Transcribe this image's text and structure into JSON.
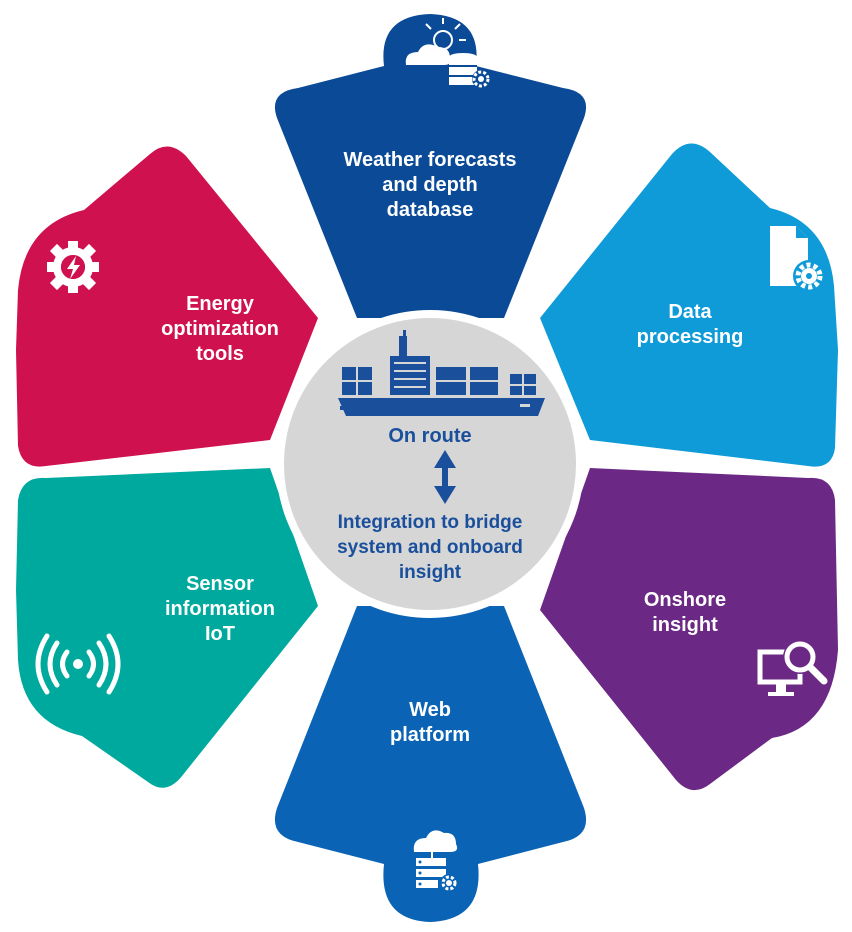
{
  "colors": {
    "top": "#0b4a96",
    "upper_right": "#0f9ad8",
    "lower_right": "#6b2884",
    "bottom": "#0a63b4",
    "lower_left": "#00a99d",
    "upper_left": "#d0114f",
    "center_fill": "#d6d6d6",
    "center_text": "#1a4f9c"
  },
  "petals": {
    "top": {
      "lines": [
        "Weather forecasts",
        "and depth",
        "database"
      ],
      "icon": "weather-database-icon"
    },
    "upper_right": {
      "lines": [
        "Data",
        "processing"
      ],
      "icon": "document-gear-icon"
    },
    "lower_right": {
      "lines": [
        "Onshore",
        "insight"
      ],
      "icon": "monitor-search-icon"
    },
    "bottom": {
      "lines": [
        "Web",
        "platform"
      ],
      "icon": "cloud-server-icon"
    },
    "lower_left": {
      "lines": [
        "Sensor",
        "information",
        "IoT"
      ],
      "icon": "signal-broadcast-icon"
    },
    "upper_left": {
      "lines": [
        "Energy",
        "optimization",
        "tools"
      ],
      "icon": "gear-lightning-icon"
    }
  },
  "center": {
    "title": "On route",
    "subtitle_lines": [
      "Integration to bridge",
      "system and onboard",
      "insight"
    ],
    "icon": "container-ship-icon",
    "arrow_icon": "double-arrow-icon"
  }
}
